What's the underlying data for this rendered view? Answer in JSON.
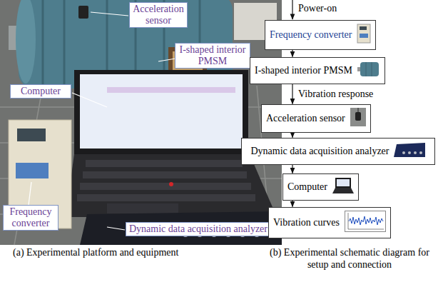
{
  "diagram": {
    "nodes": [
      {
        "text": [
          "Acceleration sensor"
        ]
      },
      {
        "text": [
          "I-shaped interior PMSM"
        ]
      },
      {
        "text": [
          "Computer"
        ]
      },
      {
        "text": [
          "Frequency converter"
        ]
      },
      {
        "text": [
          "Dynamic data acquisition analyzer"
        ]
      },
      {
        "text": [
          "Frequency converter"
        ]
      },
      {
        "text": [
          "I-shaped interior PMSM"
        ]
      },
      {
        "text": [
          "Acceleration sensor"
        ]
      },
      {
        "text": [
          "Dynamic data acquisition analyzer"
        ]
      },
      {
        "text": [
          "Computer"
        ]
      },
      {
        "text": [
          "Vibration curves"
        ]
      }
    ],
    "edges": [
      {
        "from": 5,
        "to": 6,
        "arrow": "to"
      },
      {
        "from": 6,
        "to": 7,
        "label": "Vibration response",
        "arrow": "to"
      },
      {
        "from": 7,
        "to": 8,
        "arrow": "to"
      },
      {
        "from": 8,
        "to": 9,
        "arrow": "to"
      },
      {
        "from": 9,
        "to": 10,
        "arrow": "to"
      }
    ],
    "labels": [
      "Power-on",
      "(a) Experimental platform and equipment",
      "(b) Experimental schematic diagram for setup and connection"
    ]
  }
}
